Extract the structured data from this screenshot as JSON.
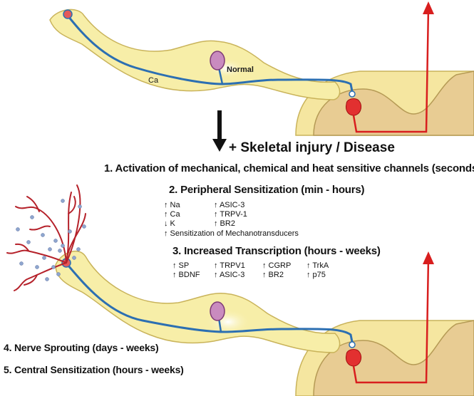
{
  "labels": {
    "normal": "Normal",
    "ca_top": "Ca"
  },
  "steps": {
    "injury": "+ Skeletal injury / Disease",
    "step1": "1. Activation of mechanical, chemical and heat sensitive channels (seconds)",
    "step2": "2. Peripheral Sensitization (min - hours)",
    "step3": "3. Increased Transcription (hours - weeks)",
    "step4": "4. Nerve Sprouting (days - weeks)",
    "step5": "5. Central Sensitization (hours - weeks)"
  },
  "peripheral": {
    "col1": [
      "↑ Na",
      "↑ Ca",
      "↓ K"
    ],
    "col2": [
      "↑  ASIC-3",
      "↑  TRPV-1",
      "↑  BR2"
    ],
    "extra": "↑ Sensitization of Mechanotransducers"
  },
  "transcription": {
    "col1": [
      "↑ SP",
      "↑ BDNF"
    ],
    "col2": [
      "↑ TRPV1",
      "↑ ASIC-3"
    ],
    "col3": [
      "↑ CGRP",
      "↑ BR2"
    ],
    "col4": [
      "↑ TrkA",
      "↑ p75"
    ]
  },
  "colors": {
    "neuron_fill": "#f7eea8",
    "neuron_stroke": "#c9b35a",
    "axon": "#2c6fb2",
    "soma": "#c98bbf",
    "red": "#d81e1e",
    "spinal_fill": "#f5e6a0",
    "spinal_inner": "#e8cc93"
  }
}
